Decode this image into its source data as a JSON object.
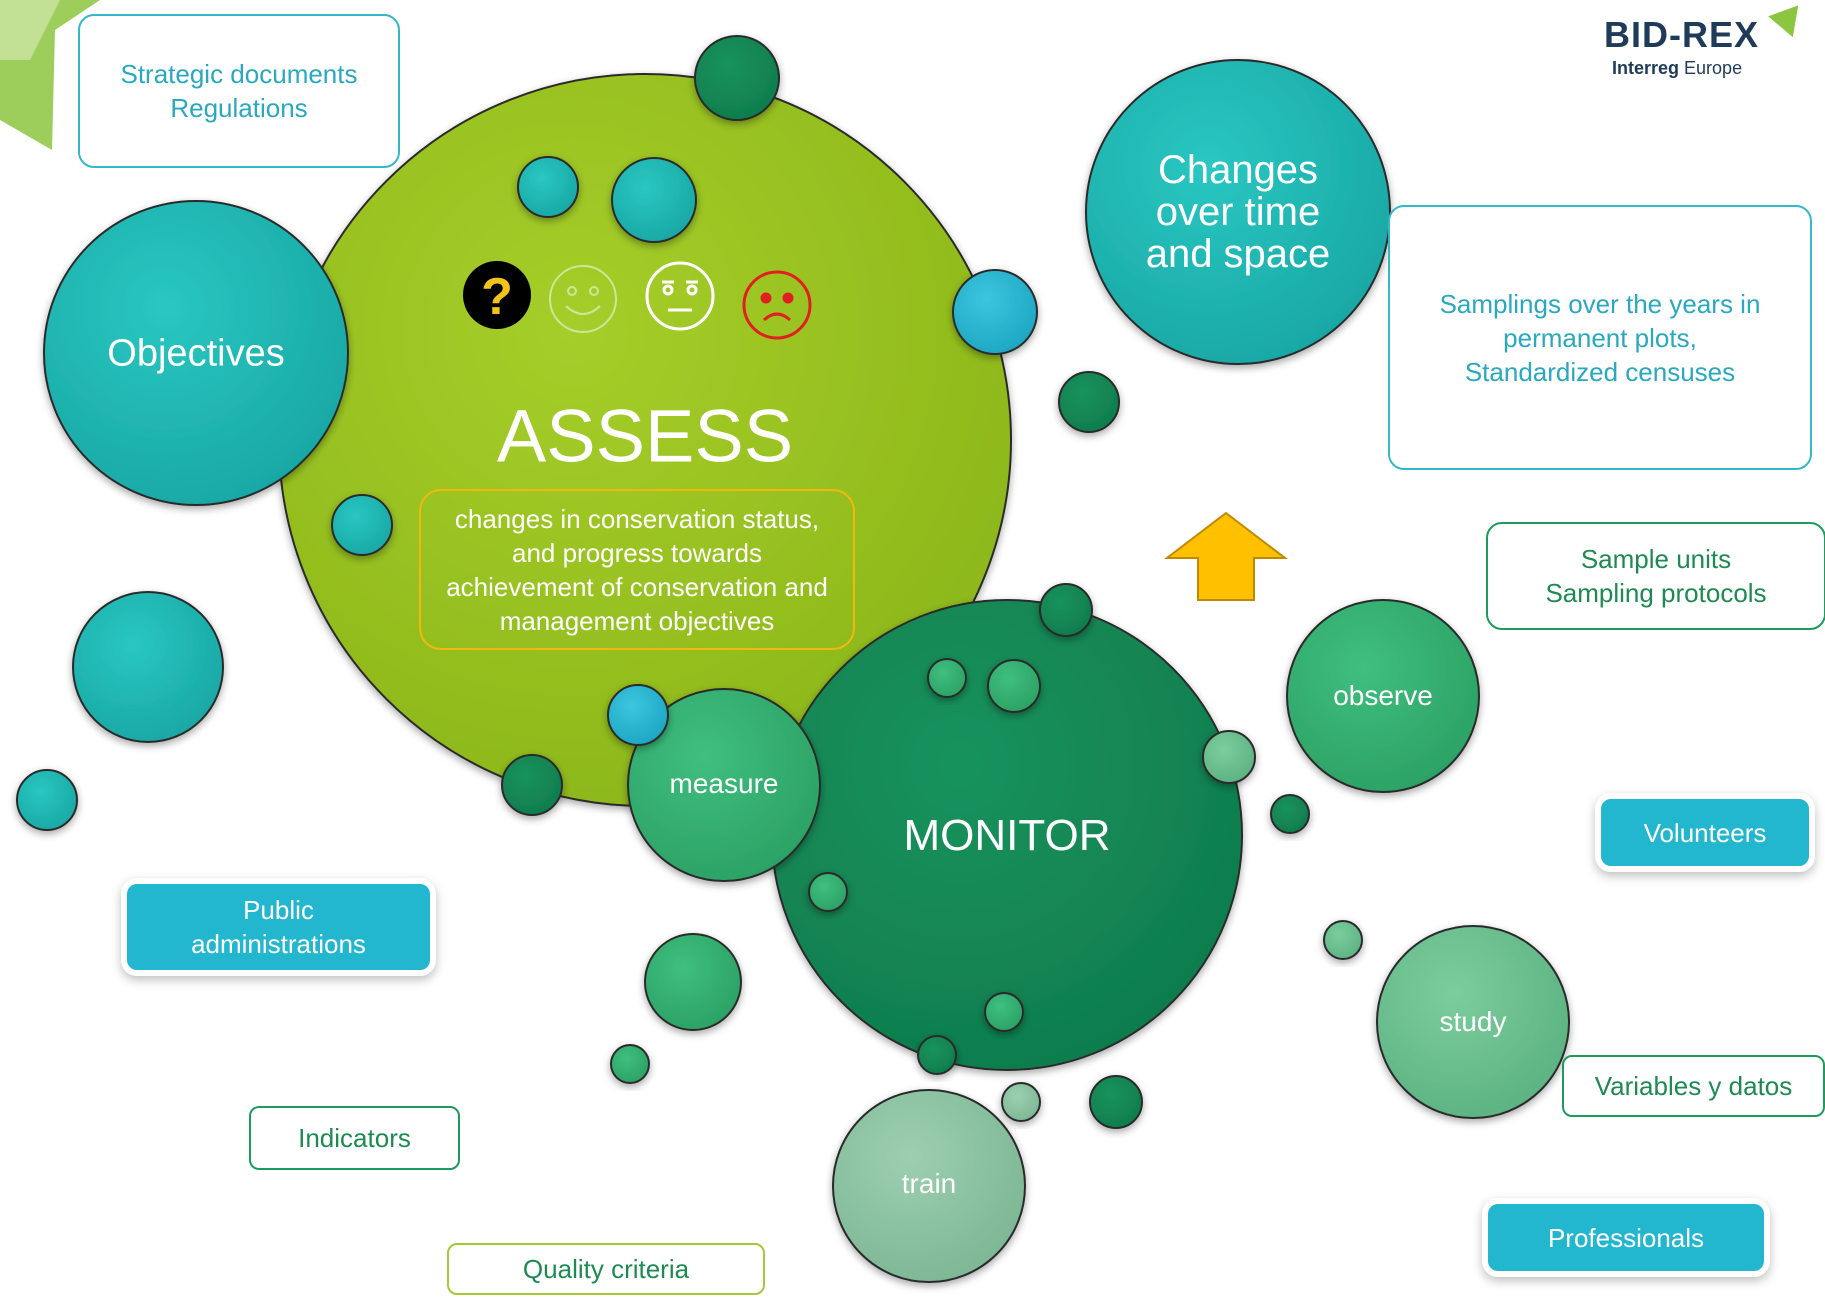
{
  "logo": {
    "title": "BID-REX",
    "sub_bold": "Interreg",
    "sub_rest": " Europe"
  },
  "main": {
    "assess": {
      "title": "ASSESS",
      "summary": "changes in conservation status, and progress towards achievement of conservation and management objectives"
    },
    "monitor": {
      "title": "MONITOR"
    },
    "objectives": "Objectives",
    "changes": "Changes over time and space",
    "verbs": {
      "measure": "measure",
      "observe": "observe",
      "study": "study",
      "train": "train"
    }
  },
  "status_icons": [
    "question-icon",
    "smile-icon",
    "neutral-icon",
    "sad-icon"
  ],
  "boxes": {
    "strategic": [
      "Strategic documents",
      "Regulations"
    ],
    "samplings": [
      "Samplings over the years in",
      "permanent plots,",
      "Standardized censuses"
    ],
    "sample_units": [
      "Sample units",
      "Sampling protocols"
    ],
    "public_admin": [
      "Public",
      "administrations"
    ],
    "indicators": "Indicators",
    "quality": "Quality criteria",
    "volunteers": "Volunteers",
    "variables": "Variables y datos",
    "professionals": "Professionals"
  },
  "colors": {
    "lime": "#9bc421",
    "dark_green": "#138656",
    "teal": "#21b8b4",
    "mid_green": "#33b070",
    "light_green": "#6cc28f",
    "pale_green": "#8ac3a0",
    "box_teal": "#23b6cf",
    "arrow": "#ffc000"
  }
}
